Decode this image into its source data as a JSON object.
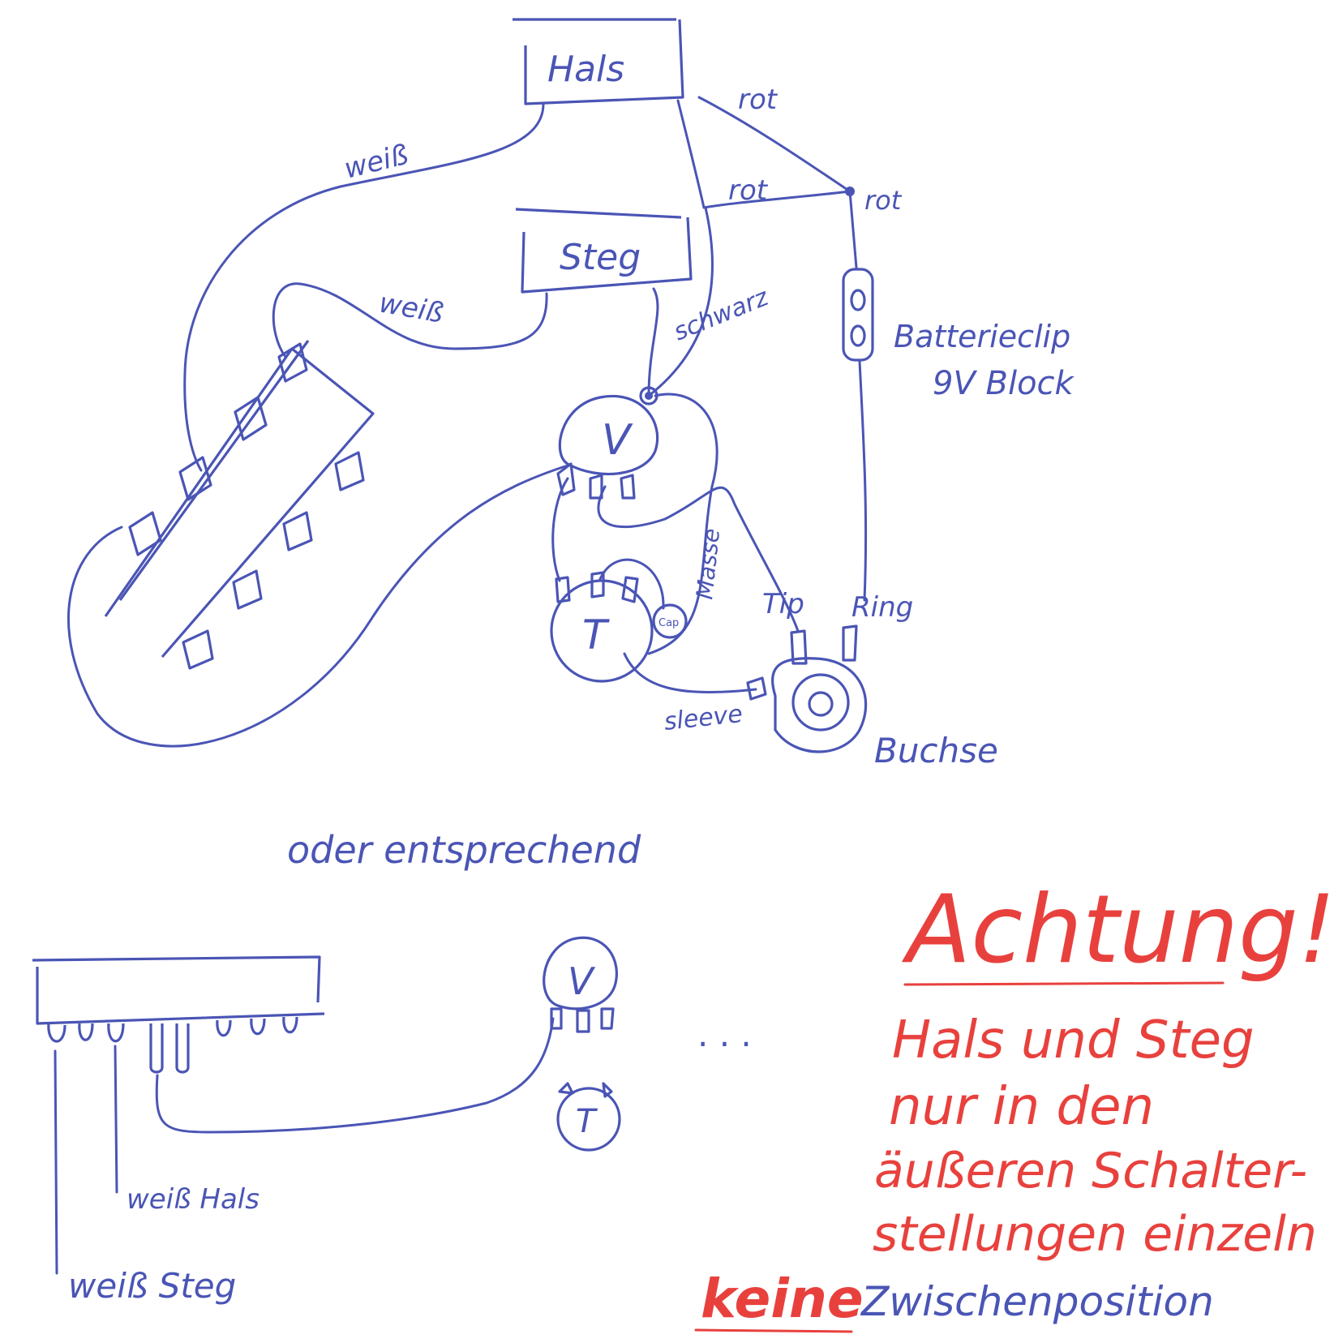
{
  "colors": {
    "ink_blue": "#4a55b5",
    "ink_red": "#e8413d",
    "paper": "#ffffff"
  },
  "pickups": {
    "neck": "Hals",
    "bridge": "Steg"
  },
  "wire_labels": {
    "neck_hot": "rot",
    "neck_hot_2": "rot",
    "junction": "rot",
    "neck_white": "weiß",
    "bridge_white": "weiß",
    "bridge_black": "schwarz",
    "ground": "Masse",
    "tip": "Tip",
    "ring": "Ring",
    "sleeve": "sleeve"
  },
  "battery": {
    "line1": "Batterieclip",
    "line2": "9V Block"
  },
  "pots": {
    "volume": "V",
    "tone": "T",
    "cap": "Cap"
  },
  "jack": "Buchse",
  "alt_text": "oder entsprechend",
  "alt_wires": {
    "neck": "weiß Hals",
    "bridge": "weiß Steg"
  },
  "ellipsis": ". . .",
  "warning": {
    "title": "Achtung!",
    "line1": "Hals und Steg",
    "line2": "nur in den",
    "line3": "äußeren Schalter-",
    "line4": "stellungen einzeln",
    "keine": "keine",
    "rest": "Zwischenposition"
  }
}
